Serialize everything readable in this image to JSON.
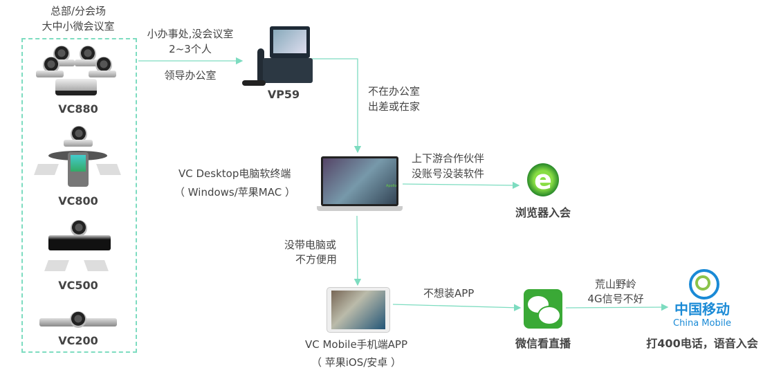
{
  "group": {
    "title_line1": "总部/分会场",
    "title_line2": "大中小微会议室"
  },
  "devices": [
    {
      "label": "VC880"
    },
    {
      "label": "VC800"
    },
    {
      "label": "VC500"
    },
    {
      "label": "VC200"
    }
  ],
  "vp59": {
    "label": "VP59"
  },
  "edge_room_to_vp59": {
    "line1": "小办事处,没会议室",
    "line2": "2~3个人",
    "below": "领导办公室"
  },
  "edge_vp59_to_desktop": {
    "line1": "不在办公室",
    "line2": "出差或在家"
  },
  "desktop": {
    "line1": "VC Desktop电脑软终端",
    "line2": "（ Windows/苹果MAC ）",
    "screen_tag": "Apollo"
  },
  "edge_desktop_to_browser": {
    "line1": "上下游合作伙伴",
    "line2": "没账号没装软件"
  },
  "browser": {
    "label": "浏览器入会",
    "icon": "ie-browser-icon"
  },
  "edge_desktop_to_mobile": {
    "line1": "没带电脑或",
    "line2": "不方便用"
  },
  "mobile": {
    "line1": "VC Mobile手机端APP",
    "line2": "（ 苹果iOS/安卓 ）"
  },
  "edge_mobile_to_wechat": {
    "line1": "不想装APP"
  },
  "wechat": {
    "label": "微信看直播",
    "icon": "wechat-icon"
  },
  "edge_wechat_to_phone": {
    "line1": "荒山野岭",
    "line2": "4G信号不好"
  },
  "china_mobile": {
    "logo_cn": "中国移动",
    "logo_en": "China Mobile",
    "label": "打400电话，语音入会"
  },
  "colors": {
    "arrow": "#7ddcc0",
    "china_mobile_blue": "#1a8ad6",
    "wechat_green": "#3aa936"
  }
}
